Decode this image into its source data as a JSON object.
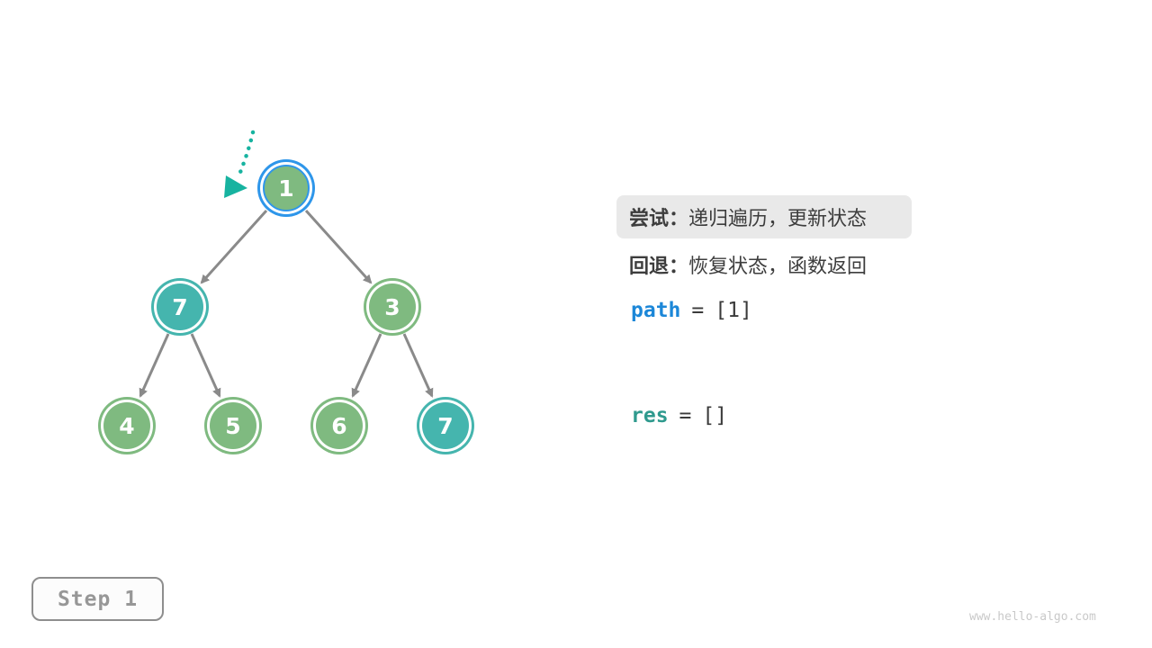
{
  "palette": {
    "node_green": "#7FBA80",
    "node_teal": "#45B5AE",
    "current_node_ring_blue": "#2E96EA",
    "edge_gray": "#8A8A8A",
    "pointer_arrow_teal": "#17B3A0",
    "text_dark": "#3D3D3D",
    "code_path_blue": "#1C87D8",
    "code_res_teal": "#2F9A8E",
    "highlight_bg": "#E9E9E9",
    "step_gray": "#979797",
    "watermark_gray": "#C9C9C9"
  },
  "icons": {
    "pointer": "dotted-arrow-icon"
  },
  "tree": {
    "nodes": [
      {
        "value": "1",
        "color": "green",
        "state": "current"
      },
      {
        "value": "7",
        "color": "teal",
        "state": "normal"
      },
      {
        "value": "3",
        "color": "green",
        "state": "normal"
      },
      {
        "value": "4",
        "color": "green",
        "state": "normal"
      },
      {
        "value": "5",
        "color": "green",
        "state": "normal"
      },
      {
        "value": "6",
        "color": "green",
        "state": "normal"
      },
      {
        "value": "7",
        "color": "teal",
        "state": "normal"
      }
    ],
    "edges": [
      [
        "1",
        "7"
      ],
      [
        "1",
        "3"
      ],
      [
        "7",
        "4"
      ],
      [
        "7",
        "5"
      ],
      [
        "3",
        "6"
      ],
      [
        "3",
        "7"
      ]
    ]
  },
  "panel": {
    "try": {
      "label": "尝试：",
      "text": "递归遍历，更新状态",
      "highlighted": true
    },
    "back": {
      "label": "回退：",
      "text": "恢复状态，函数返回",
      "highlighted": false
    },
    "path": {
      "name": "path",
      "eq": "=",
      "value": "[1]"
    },
    "res": {
      "name": "res",
      "eq": "=",
      "value": "[]"
    }
  },
  "footer": {
    "step_label": "Step 1",
    "watermark": "www.hello-algo.com"
  }
}
